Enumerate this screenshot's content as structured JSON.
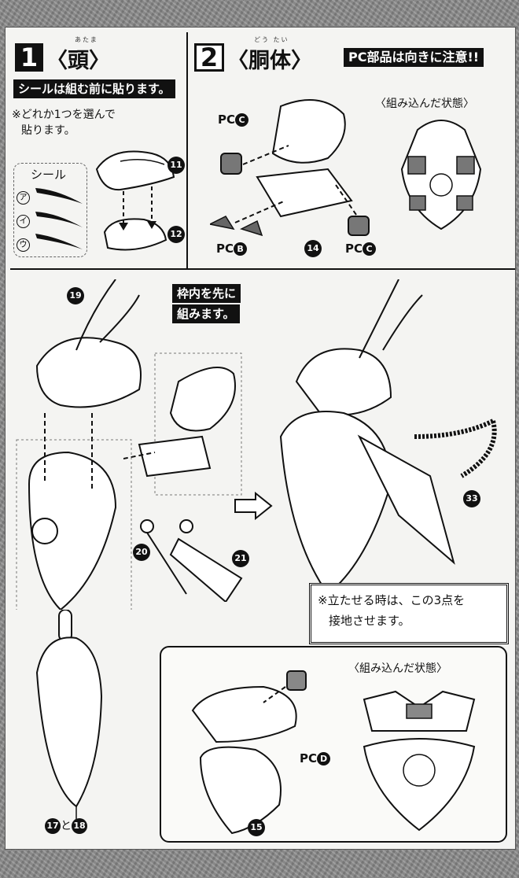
{
  "step1": {
    "number": "1",
    "title": "〈頭〉",
    "ruby": "あたま",
    "seal_note": "シールは組む前に貼ります。",
    "choose_line1": "※どれか1つを選んで",
    "choose_line2": "貼ります。",
    "seal_label": "シール",
    "seal_options": [
      "ア",
      "イ",
      "ウ"
    ],
    "part_a": "11",
    "part_b": "12"
  },
  "step2": {
    "number": "2",
    "title": "〈胴体〉",
    "ruby": "どう たい",
    "pc_warning": "PC部品は向きに注意!!",
    "assembled_label": "〈組み込んだ状態〉",
    "pc_c": "PC",
    "pc_c_letter": "C",
    "pc_b": "PC",
    "pc_b_letter": "B",
    "part_14": "14",
    "frame_note_line1": "枠内を先に",
    "frame_note_line2": "組みます。",
    "part_19": "19",
    "part_20": "20",
    "part_21": "21",
    "part_33": "33",
    "part_17": "17",
    "and": "と",
    "part_18": "18",
    "stand_note_line1": "※立たせる時は、この3点を",
    "stand_note_line2": "接地させます。"
  },
  "inset": {
    "assembled_label": "〈組み込んだ状態〉",
    "pc_d": "PC",
    "pc_d_letter": "D",
    "part_15": "15"
  },
  "colors": {
    "ink": "#111111",
    "paper": "#f4f4f2",
    "backdrop": "#8d8d8d"
  }
}
